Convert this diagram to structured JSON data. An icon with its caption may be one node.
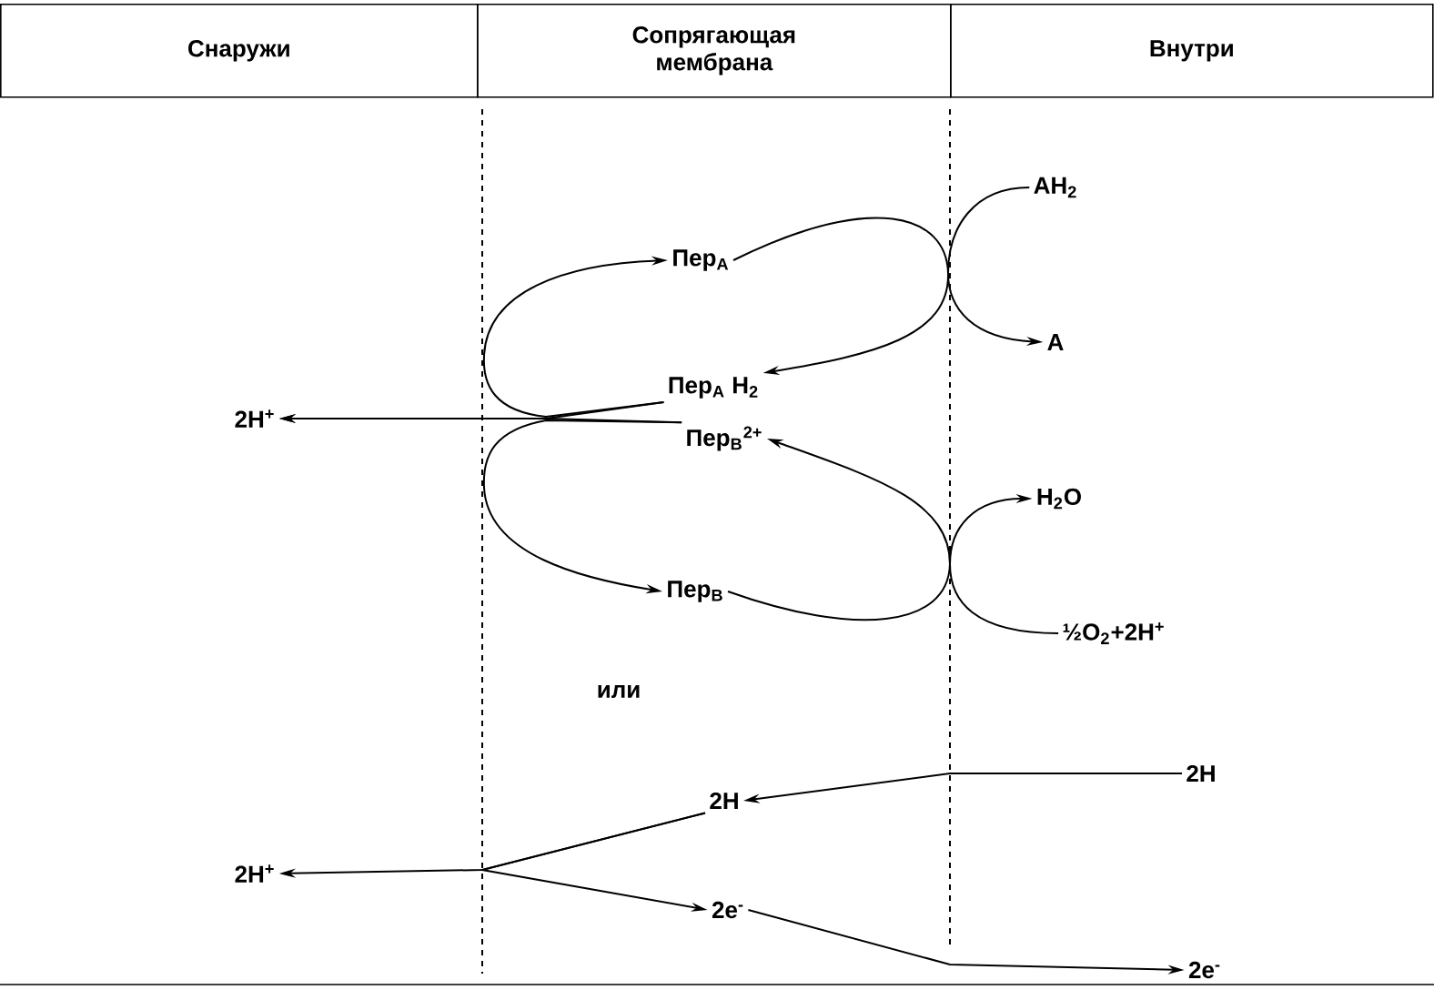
{
  "diagram": {
    "nodes": [
      {
        "text": [
          "Снаружи"
        ]
      },
      {
        "text": [
          "Сопрягающая мембрана"
        ]
      },
      {
        "text": [
          "Внутри"
        ]
      },
      {
        "text": [
          "Пер$_{A}$"
        ]
      },
      {
        "text": [
          "AH$_{2}$"
        ]
      },
      {
        "text": [
          "A"
        ]
      },
      {
        "text": [
          "Пер$_{A}$ H$_{2}$"
        ]
      },
      {
        "text": [
          "2H$^{+}$"
        ]
      },
      {
        "text": [
          "Пер$_{B}$$^{2+}$"
        ]
      },
      {
        "text": [
          "H$_{2}$O"
        ]
      },
      {
        "text": [
          "Пер$_{B}$"
        ]
      },
      {
        "text": [
          "½O$_{2}$+2H$^{+}$"
        ]
      },
      {
        "text": [
          "2H"
        ]
      },
      {
        "text": [
          "2H"
        ]
      },
      {
        "text": [
          "2H$^{+}$"
        ]
      },
      {
        "text": [
          "2e$^{-}$"
        ]
      },
      {
        "text": [
          "2e$^{-}$"
        ]
      }
    ],
    "edges": [
      {
        "from": 3,
        "to": 6,
        "arrow": "to"
      },
      {
        "from": 6,
        "to": 3,
        "arrow": "to"
      },
      {
        "from": 6,
        "to": 7,
        "arrow": "to"
      },
      {
        "from": 8,
        "to": 7,
        "arrow": "to"
      },
      {
        "from": 8,
        "to": 10,
        "arrow": "to"
      },
      {
        "from": 10,
        "to": 8,
        "arrow": "to"
      },
      {
        "from": 4,
        "to": 5,
        "arrow": "to"
      },
      {
        "from": 11,
        "to": 9,
        "arrow": "to"
      },
      {
        "from": 12,
        "to": 13,
        "arrow": "to"
      },
      {
        "from": 13,
        "to": 14,
        "arrow": "to"
      },
      {
        "from": 13,
        "to": 15,
        "arrow": "to"
      },
      {
        "from": 15,
        "to": 16,
        "arrow": "to"
      }
    ],
    "labels": [
      "или"
    ]
  }
}
